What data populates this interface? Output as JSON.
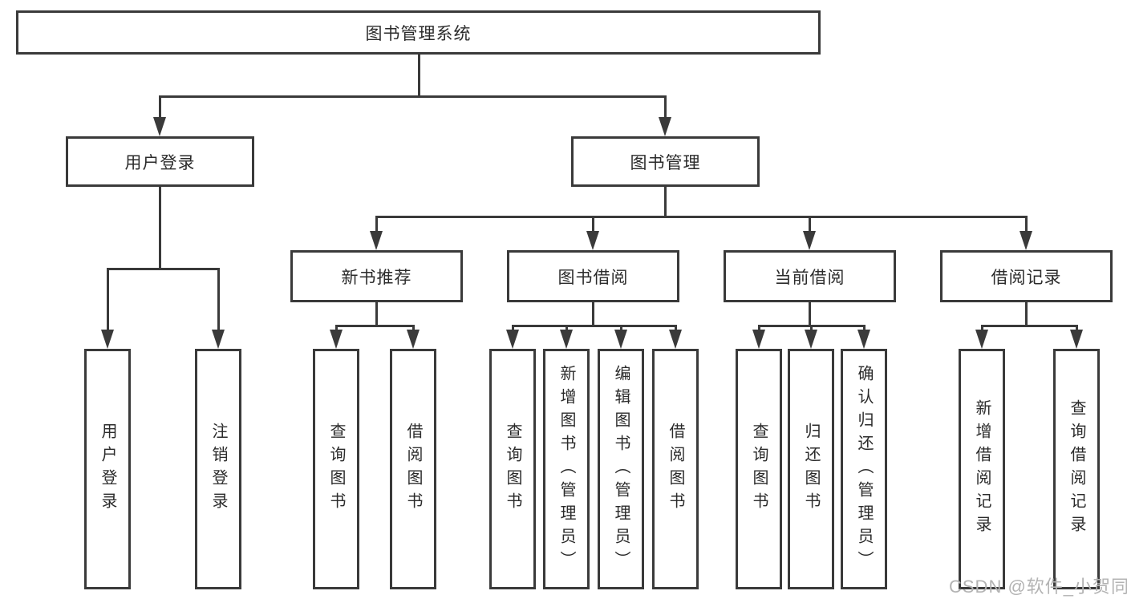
{
  "diagram": {
    "root": "图书管理系统",
    "level2": [
      {
        "label": "用户登录",
        "leaves": [
          "用户登录",
          "注销登录"
        ]
      },
      {
        "label": "图书管理",
        "groups": [
          {
            "label": "新书推荐",
            "leaves": [
              "查询图书",
              "借阅图书"
            ]
          },
          {
            "label": "图书借阅",
            "leaves": [
              "查询图书",
              "新增图书（管理员）",
              "编辑图书（管理员）",
              "借阅图书"
            ]
          },
          {
            "label": "当前借阅",
            "leaves": [
              "查询图书",
              "归还图书",
              "确认归还（管理员）"
            ]
          },
          {
            "label": "借阅记录",
            "leaves": [
              "新增借阅记录",
              "查询借阅记录"
            ]
          }
        ]
      }
    ]
  },
  "watermark": "CSDN @软件_小贺同学",
  "colors": {
    "line": "#3a3a3a",
    "text": "#2b2b2b",
    "background": "#ffffff",
    "watermark": "#b3b3b3"
  }
}
